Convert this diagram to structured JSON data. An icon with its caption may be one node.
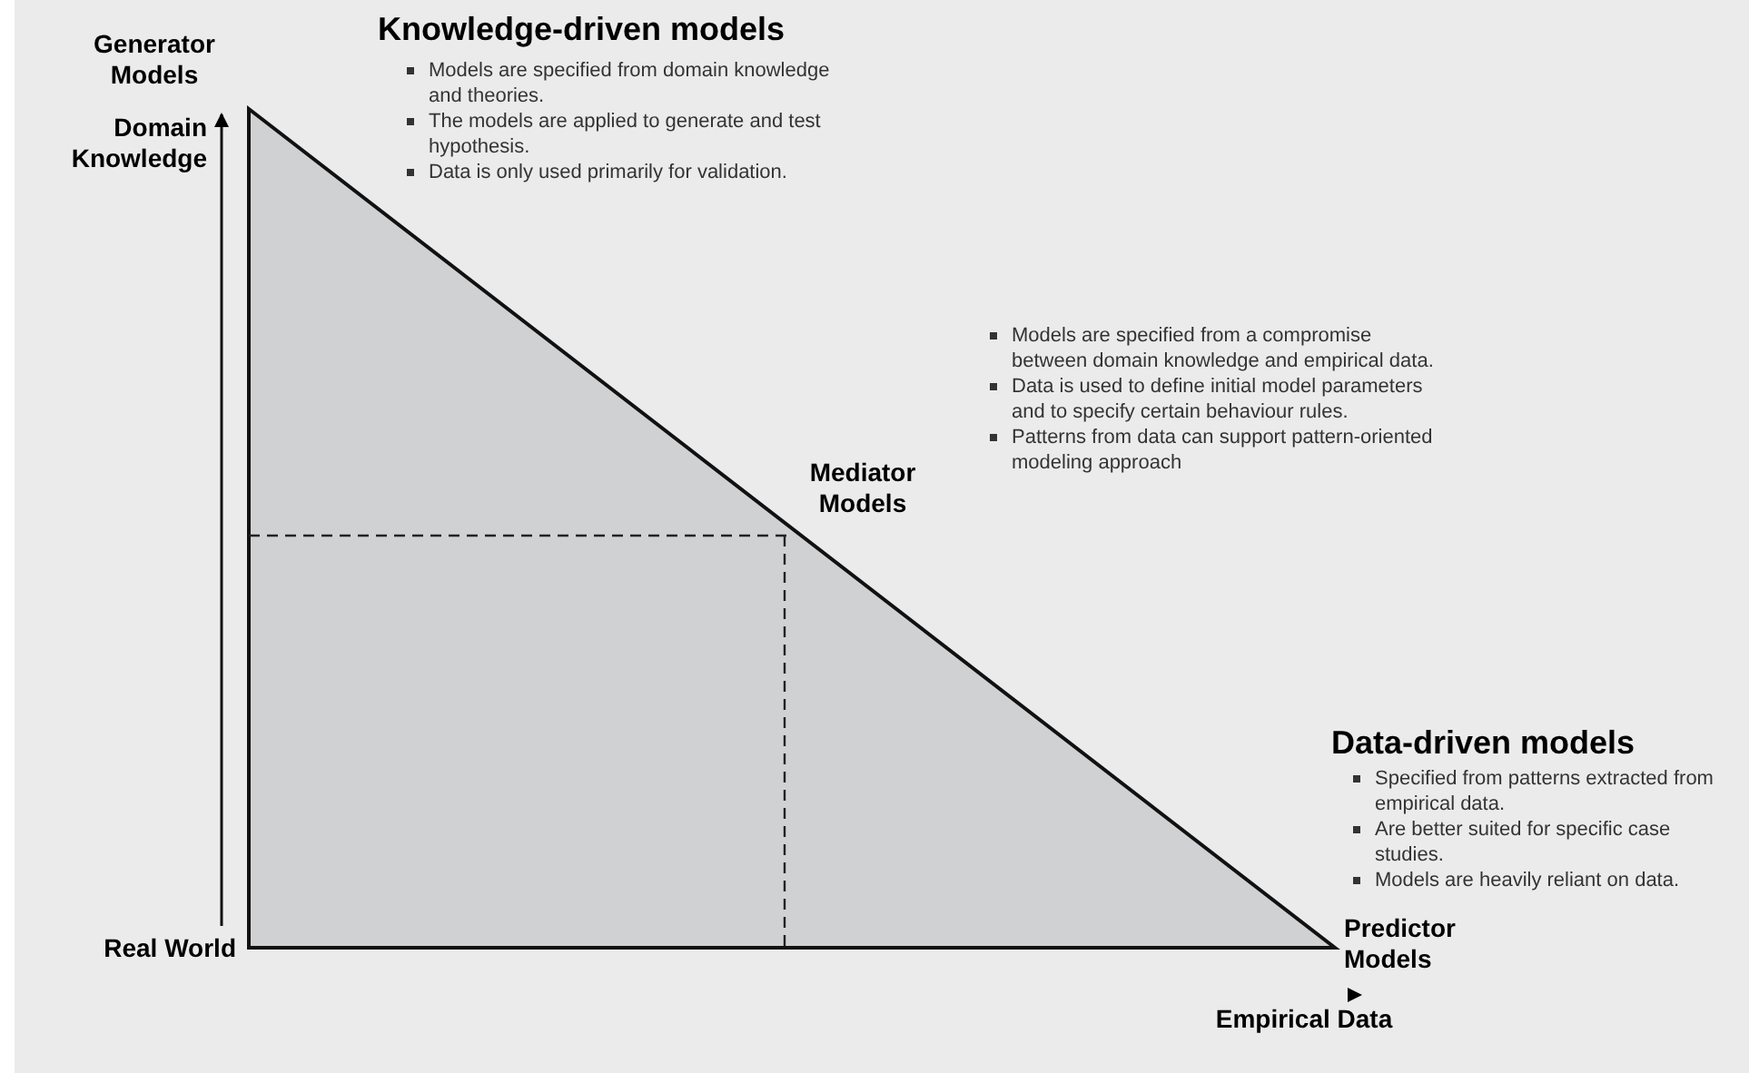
{
  "diagram": {
    "labels": [
      "Generator Models",
      "Knowledge-driven models",
      "Models are specified from domain knowledge and theories.",
      "The models are applied to generate and test hypothesis.",
      "Data is only used primarily for validation.",
      "Domain Knowledge",
      "Models are specified from a compromise between domain knowledge and empirical data.",
      "Data is used to define initial model parameters and to specify certain behaviour rules.",
      "Patterns from data can support pattern-oriented modeling approach",
      "Mediator Models",
      "Data-driven models",
      "Specified from patterns extracted from empirical data.",
      "Are better suited for specific case studies.",
      "Models are heavily reliant on data.",
      "Real World",
      "Predictor Models",
      "Empirical Data"
    ]
  }
}
